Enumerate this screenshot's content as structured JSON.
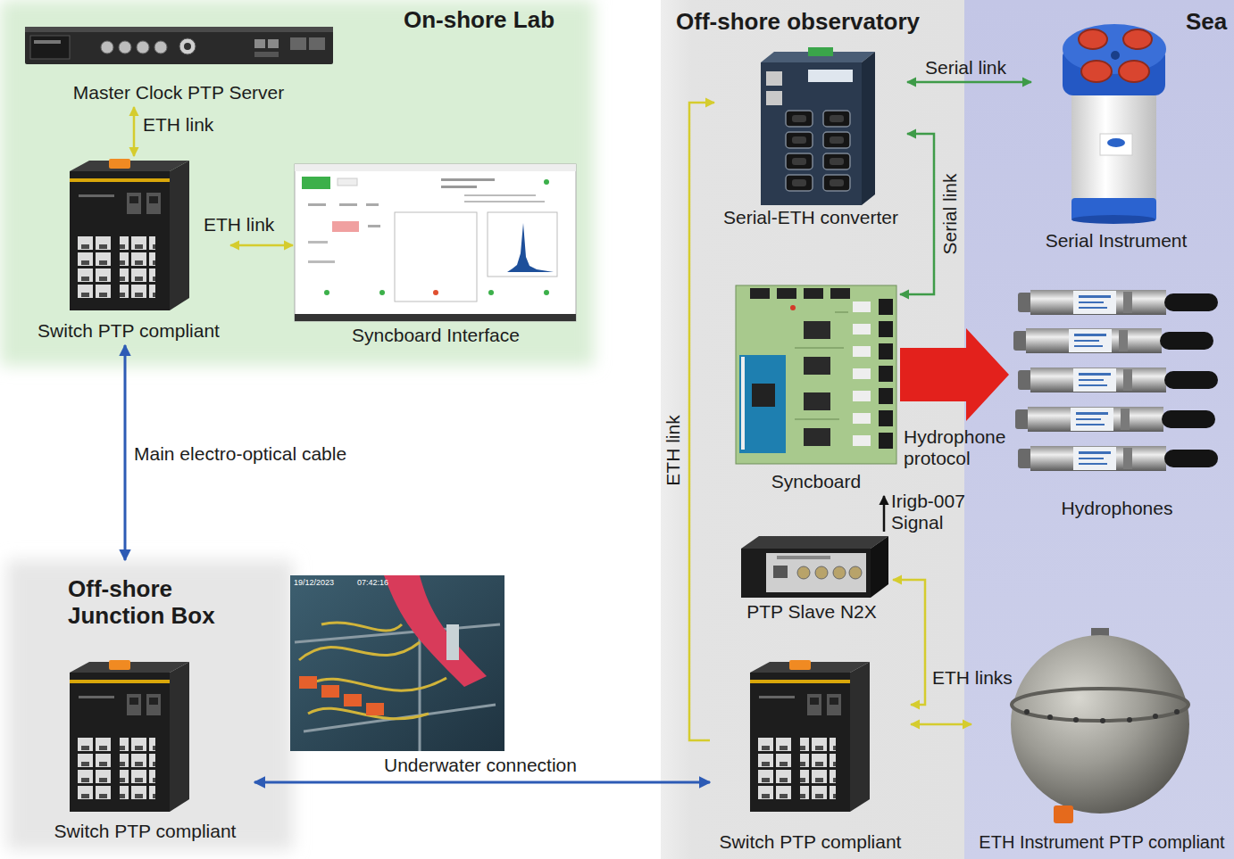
{
  "diagram": {
    "nodes": [
      {
        "text": [
          "On-shore Lab"
        ]
      },
      {
        "text": [
          "Master Clock PTP Server"
        ],
        "in": 0
      },
      {
        "text": [
          "Switch PTP compliant"
        ],
        "in": 0
      },
      {
        "text": [
          "Syncboard Interface"
        ],
        "in": 0
      },
      {
        "text": [
          "Off-shore observatory"
        ]
      },
      {
        "text": [
          "Serial-ETH converter"
        ],
        "in": 4
      },
      {
        "text": [
          "Syncboard"
        ],
        "in": 4
      },
      {
        "text": [
          "PTP Slave N2X"
        ],
        "in": 4
      },
      {
        "text": [
          "Switch PTP compliant"
        ],
        "in": 4
      },
      {
        "text": [
          "Sea"
        ]
      },
      {
        "text": [
          "Serial Instrument"
        ],
        "in": 9
      },
      {
        "text": [
          "Hydrophones"
        ],
        "in": 9
      },
      {
        "text": [
          "ETH Instrument PTP compliant"
        ],
        "in": 9
      },
      {
        "text": [
          "Off-shore Junction Box"
        ]
      },
      {
        "text": [
          "Switch PTP compliant"
        ],
        "in": 13
      }
    ],
    "edges": [
      {
        "from": 1,
        "to": 2,
        "label": "ETH link",
        "arrow": "both"
      },
      {
        "from": 2,
        "to": 3,
        "label": "ETH link",
        "arrow": "both"
      },
      {
        "from": 2,
        "to": 13,
        "label": "Main electro-optical cable",
        "arrow": "both"
      },
      {
        "from": 14,
        "to": 8,
        "label": "Underwater connection",
        "arrow": "both"
      },
      {
        "from": 8,
        "to": 5,
        "label": "ETH link",
        "arrow": "to"
      },
      {
        "from": 5,
        "to": 10,
        "label": "Serial link",
        "arrow": "both"
      },
      {
        "from": 5,
        "to": 6,
        "label": "Serial link",
        "arrow": "both"
      },
      {
        "from": 7,
        "to": 6,
        "label": "Irigb-007 Signal",
        "arrow": "to"
      },
      {
        "from": 8,
        "to": 7,
        "label": "ETH links",
        "arrow": "both"
      },
      {
        "from": 8,
        "to": 12,
        "arrow": "both"
      },
      {
        "from": 6,
        "to": 11,
        "label": "Hydrophone protocol",
        "arrow": "to"
      }
    ],
    "labels": [
      "19/12/2023",
      "07:42:16"
    ]
  }
}
